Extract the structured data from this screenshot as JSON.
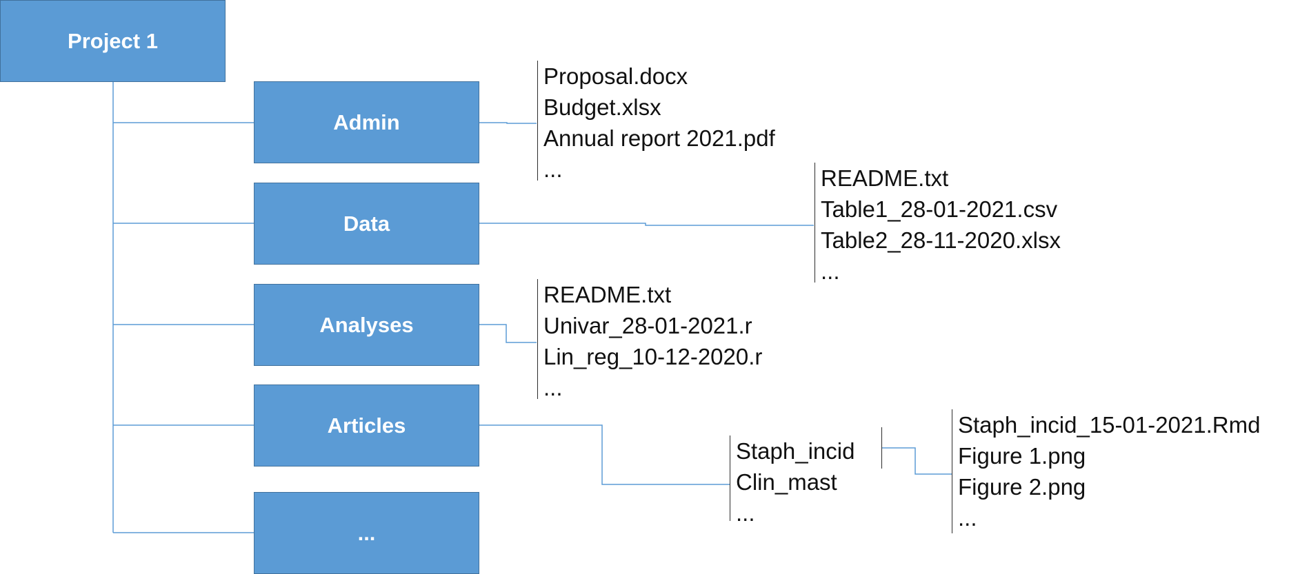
{
  "root": {
    "label": "Project 1"
  },
  "folders": [
    {
      "label": "Admin"
    },
    {
      "label": "Data"
    },
    {
      "label": "Analyses"
    },
    {
      "label": "Articles"
    },
    {
      "label": "..."
    }
  ],
  "file_lists": {
    "admin": [
      "Proposal.docx",
      "Budget.xlsx",
      "Annual report 2021.pdf",
      "..."
    ],
    "data": [
      "README.txt",
      "Table1_28-01-2021.csv",
      "Table2_28-11-2020.xlsx",
      "..."
    ],
    "analyses": [
      "README.txt",
      "Univar_28-01-2021.r",
      "Lin_reg_10-12-2020.r",
      "..."
    ],
    "articles": [
      "Staph_incid",
      "Clin_mast",
      "..."
    ],
    "staph_incid": [
      "Staph_incid_15-01-2021.Rmd",
      "Figure 1.png",
      "Figure 2.png",
      "..."
    ]
  },
  "colors": {
    "box_fill": "#5b9bd5",
    "box_border": "#41719c",
    "connector": "#5b9bd5",
    "text": "#111111"
  }
}
